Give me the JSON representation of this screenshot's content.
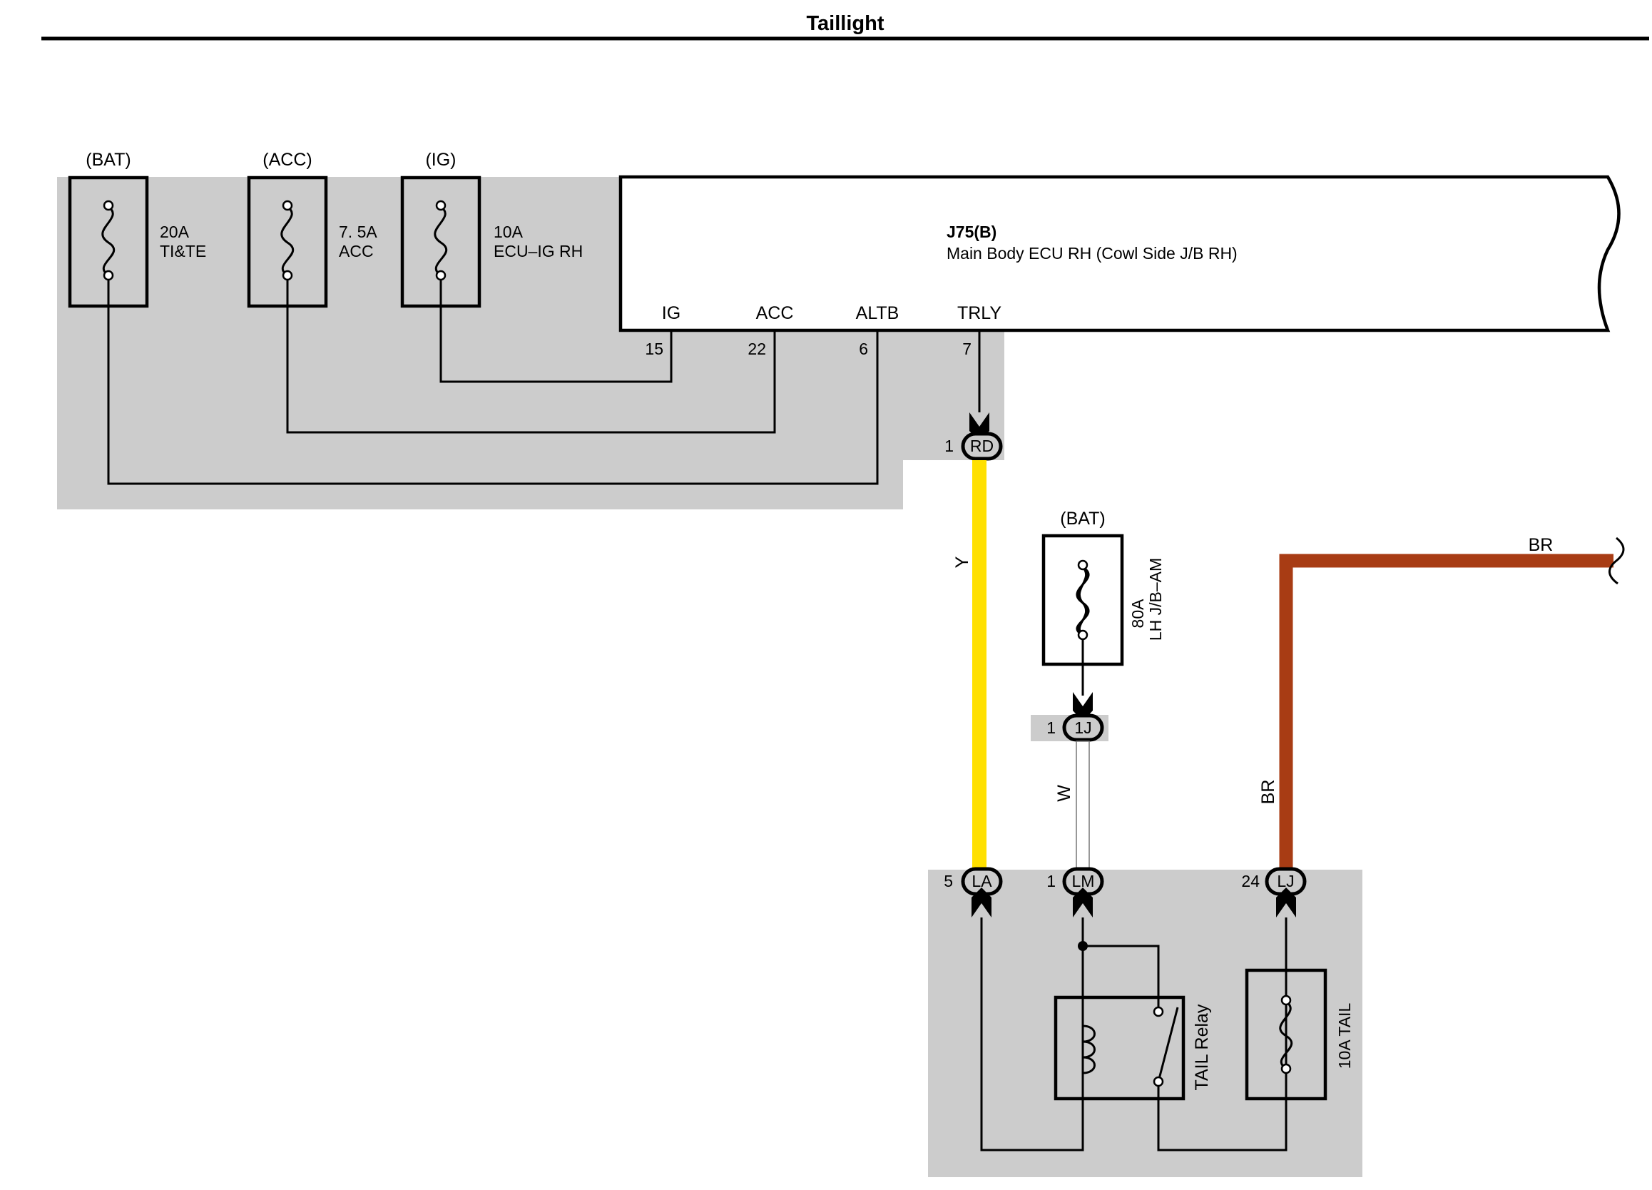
{
  "title": "Taillight",
  "fuses": {
    "bat_tite": {
      "source": "(BAT)",
      "amp": "20A",
      "name": "TI&TE"
    },
    "acc": {
      "source": "(ACC)",
      "amp": "7. 5A",
      "name": "ACC"
    },
    "ecu_ig": {
      "source": "(IG)",
      "amp": "10A",
      "name": "ECU–IG RH"
    },
    "jb_am": {
      "source": "(BAT)",
      "amp": "80A",
      "name": "LH J/B–AM"
    },
    "tail": {
      "label": "10A TAIL"
    }
  },
  "ecu": {
    "code": "J75(B)",
    "name": "Main Body ECU RH (Cowl Side J/B RH)",
    "terminals": [
      {
        "name": "IG",
        "pin": "15"
      },
      {
        "name": "ACC",
        "pin": "22"
      },
      {
        "name": "ALTB",
        "pin": "6"
      },
      {
        "name": "TRLY",
        "pin": "7"
      }
    ],
    "fill_color": "#ccffff"
  },
  "connectors": {
    "rd": {
      "id": "RD",
      "pin": "1"
    },
    "one_j": {
      "id": "1J",
      "pin": "1"
    },
    "la": {
      "id": "LA",
      "pin": "5"
    },
    "lm": {
      "id": "LM",
      "pin": "1"
    },
    "lj": {
      "id": "LJ",
      "pin": "24"
    }
  },
  "wires": {
    "yellow": {
      "label": "Y",
      "color": "#ffe000"
    },
    "white": {
      "label": "W",
      "color": "#ffffff"
    },
    "brown": {
      "label": "BR",
      "color": "#a83c14"
    },
    "brown_out": {
      "label": "BR"
    }
  },
  "relay": {
    "label": "TAIL Relay"
  },
  "junction_block_color": "#cccccc"
}
